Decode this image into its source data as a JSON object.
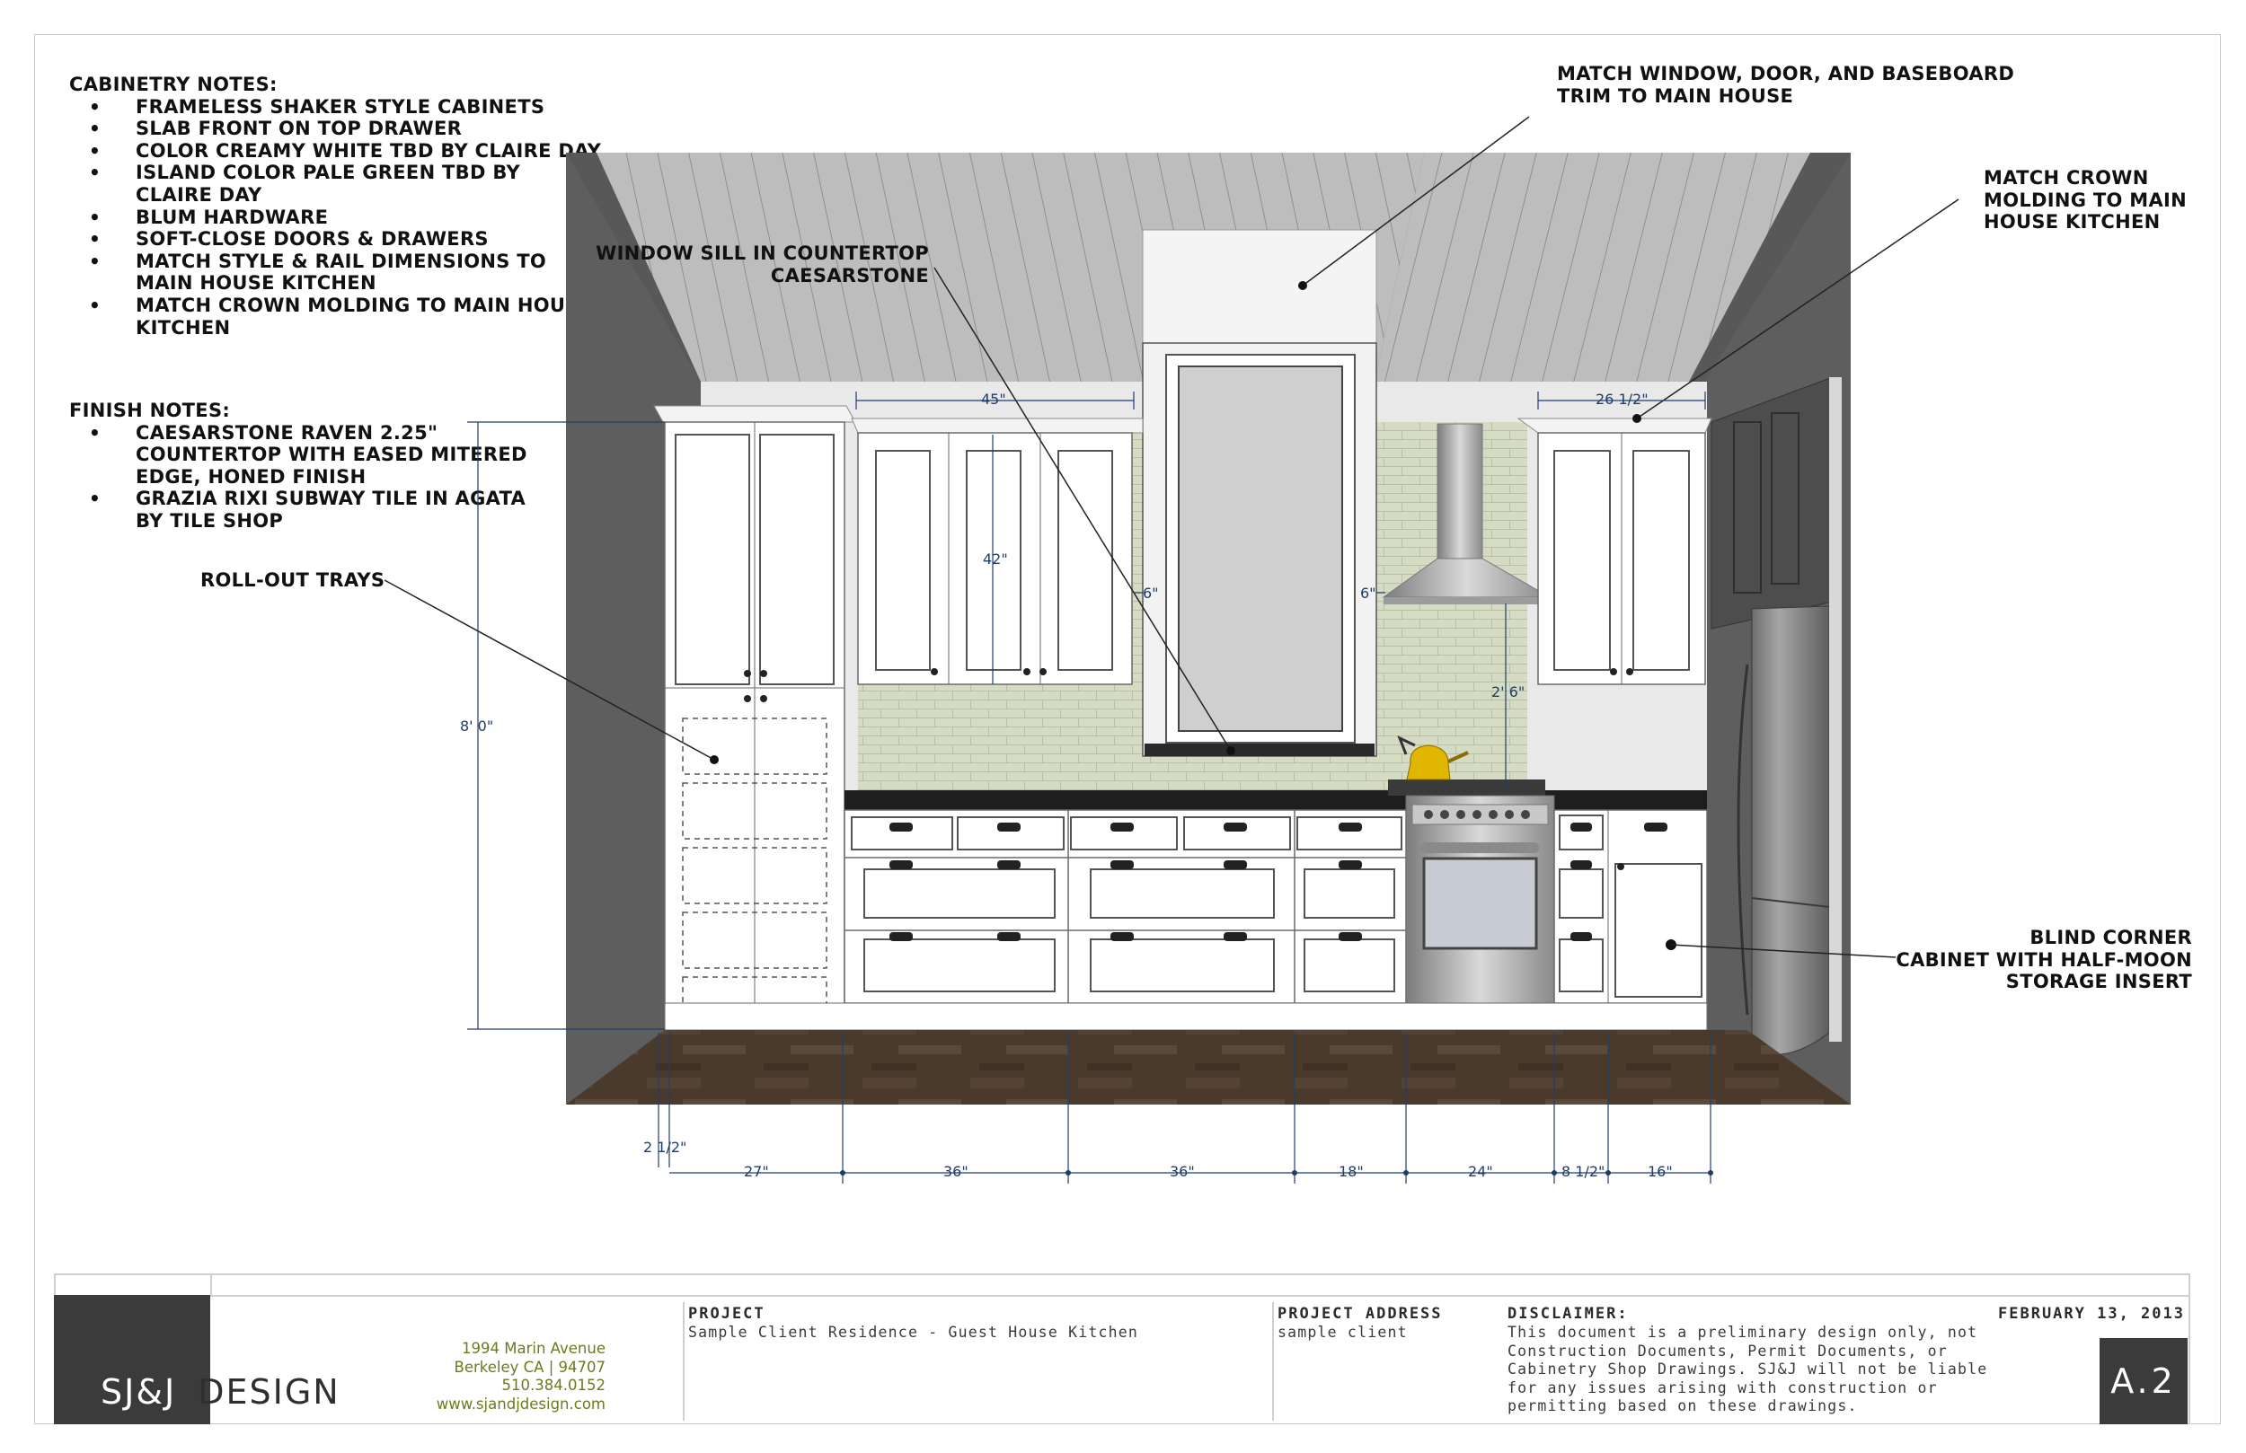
{
  "cabinetry_notes": {
    "heading": "CABINETRY NOTES:",
    "items": [
      "FRAMELESS SHAKER STYLE CABINETS",
      "SLAB FRONT ON TOP DRAWER",
      "COLOR CREAMY WHITE TBD BY CLAIRE DAY",
      "ISLAND COLOR PALE GREEN TBD BY CLAIRE DAY",
      "BLUM HARDWARE",
      "SOFT-CLOSE DOORS & DRAWERS",
      "MATCH STYLE & RAIL DIMENSIONS TO MAIN HOUSE KITCHEN",
      "MATCH CROWN MOLDING TO MAIN HOUSE KITCHEN"
    ]
  },
  "finish_notes": {
    "heading": "FINISH NOTES:",
    "items": [
      "CAESARSTONE RAVEN 2.25\" COUNTERTOP WITH EASED MITERED EDGE, HONED FINISH",
      "GRAZIA RIXI SUBWAY TILE IN AGATA BY TILE SHOP"
    ]
  },
  "callouts": {
    "trim_line1": "MATCH WINDOW, DOOR, AND BASEBOARD",
    "trim_line2": "TRIM TO MAIN HOUSE",
    "crown_line1": "MATCH CROWN",
    "crown_line2": "MOLDING TO MAIN",
    "crown_line3": "HOUSE KITCHEN",
    "sill_line1": "WINDOW SILL IN COUNTERTOP",
    "sill_line2": "CAESARSTONE",
    "rollout": "ROLL-OUT TRAYS",
    "blind_line1": "BLIND CORNER",
    "blind_line2": "CABINET WITH HALF-MOON",
    "blind_line3": "STORAGE INSERT"
  },
  "dimensions": {
    "upper_width": "45\"",
    "right_upper_width": "26 1/2\"",
    "upper_height": "42\"",
    "window_gap_left": "6\"",
    "window_gap_right": "6\"",
    "hood_clearance": "2' 6\"",
    "ceiling_height": "8' 0\"",
    "offset": "2 1/2\"",
    "bottom": [
      "27\"",
      "36\"",
      "36\"",
      "18\"",
      "24\"",
      "8 1/2\"",
      "16\""
    ]
  },
  "title_block": {
    "firm_mark": "SJ&J",
    "firm_word": "DESIGN",
    "address_line1": "1994 Marin Avenue",
    "address_line2": "Berkeley CA | 94707",
    "phone": "510.384.0152",
    "website": "www.sjandjdesign.com",
    "project_heading": "PROJECT",
    "project_name": "Sample Client Residence - Guest House Kitchen",
    "address_heading": "PROJECT ADDRESS",
    "address_value": "sample client",
    "disclaimer_heading": "DISCLAIMER:",
    "disclaimer_line1": "This document is a preliminary design only, not",
    "disclaimer_line2": "Construction Documents, Permit Documents, or",
    "disclaimer_line3": "Cabinetry Shop Drawings.  SJ&J will not be liable",
    "disclaimer_line4": "for any issues arising with construction or",
    "disclaimer_line5": "permitting based on these drawings.",
    "date": "FEBRUARY 13, 2013",
    "sheet": "A.2"
  },
  "colors": {
    "wall_dark": "#585858",
    "ceiling": "#b9b9b9",
    "cabinet": "#ffffff",
    "tile": "#d6dbc4",
    "countertop": "#1e1e1e",
    "floor": "#4a3a2c",
    "dimension": "#1f3d6b",
    "title_block_dark": "#3b3b3b",
    "address_text": "#6d7a1e"
  }
}
